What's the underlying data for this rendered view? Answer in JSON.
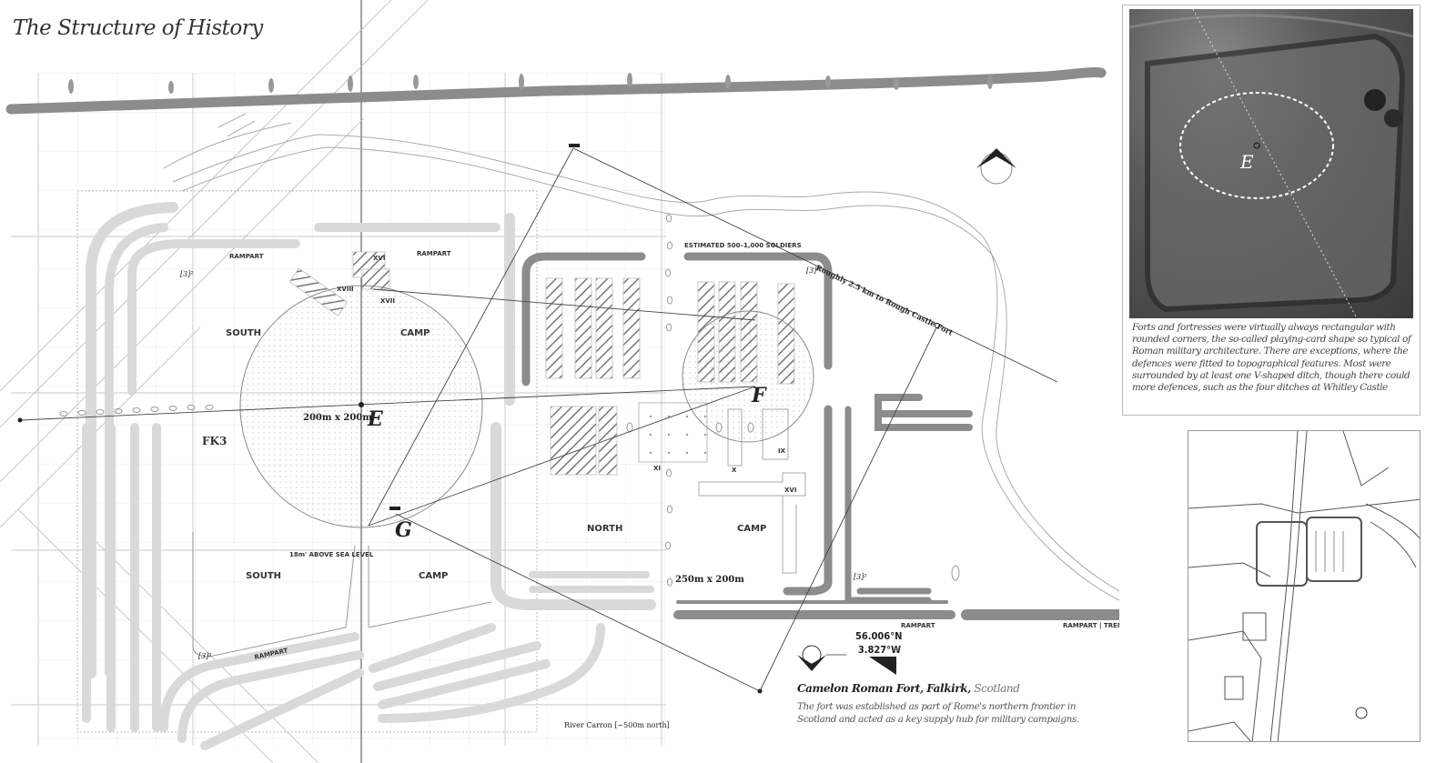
{
  "title": "The Structure of History",
  "photo_panel": {
    "point_label": "E",
    "caption": "Forts and fortresses were virtually always rectangular with rounded corners, the so-called playing-card shape so typical of Roman military architecture. There are exceptions, where the defences were fitted to topographical features. Most were surrounded by at least one V-shaped ditch, though there could more defences, such as the four ditches at Whitley Castle"
  },
  "plan": {
    "points": {
      "E": "E",
      "F": "F",
      "G": "G"
    },
    "labels": {
      "rampart": "RAMPART",
      "rampart_trenches": "RAMPART | TRENCHES",
      "south": "SOUTH",
      "camp": "CAMP",
      "north": "NORTH",
      "fk3": "FK3",
      "south_size": "200m x 200m",
      "north_size": "250m x 200m",
      "soldiers": "ESTIMATED 500–1,000 SOLDIERS",
      "sea_level": "18m' ABOVE SEA LEVEL",
      "rough_castle": "Roughly 2.5 km to Rough Castle Fort",
      "river": "River Carron [~500m north]",
      "period_mark": "[3]²"
    },
    "buildings": [
      "XVI",
      "XVII",
      "XVIII",
      "XI",
      "X",
      "IX",
      "XVI"
    ]
  },
  "location": {
    "lat": "56.006°N",
    "lon": "3.827°W",
    "name": "Camelon Roman Fort,",
    "town": "Falkirk,",
    "country": "Scotland",
    "description": "The fort was established as part of Rome's northern frontier in Scotland and acted as a key supply hub for military campaigns."
  },
  "colors": {
    "light_earthwork": "#d9d9d9",
    "dark_earthwork": "#8c8c8c",
    "grid": "#e2e2e2"
  }
}
